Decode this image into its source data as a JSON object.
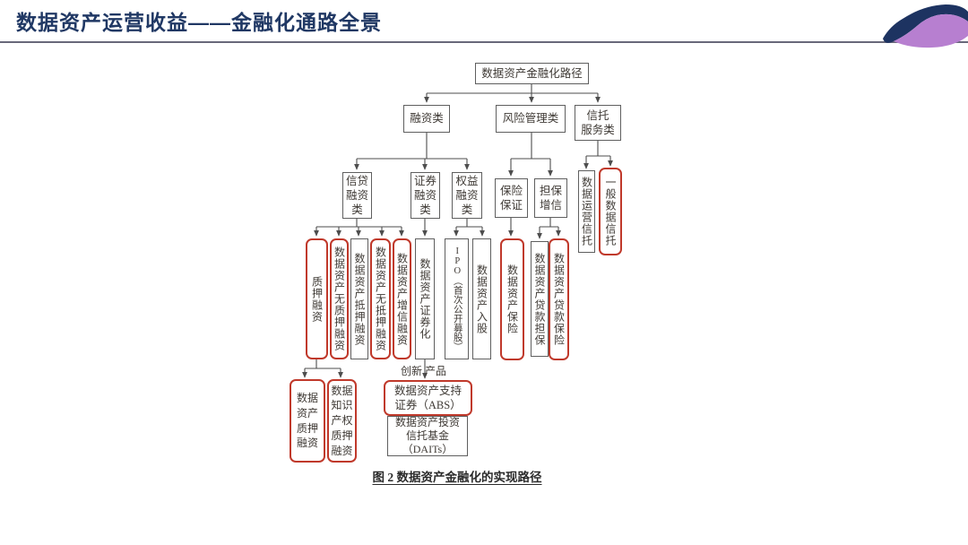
{
  "slide": {
    "title": "数据资产运营收益——金融化通路全景",
    "caption": "图 2  数据资产金融化的实现路径"
  },
  "colors": {
    "title_navy": "#203864",
    "box_red_accent": "#c0392b",
    "box_border_gray": "#5f5f5f",
    "logo_navy": "#1d3361",
    "logo_purple": "#b77fd0"
  },
  "icons": {
    "logo": "wave-swoosh-logo"
  },
  "diagram": {
    "root": "数据资产金融化路径",
    "level2": {
      "financing": "融资类",
      "risk": "风险管理类",
      "trust": "信托\n服务类"
    },
    "level3": {
      "credit": "信贷\n融资\n类",
      "securities": "证券\n融资\n类",
      "equity": "权益\n融资\n类",
      "insurance": "保险\n保证",
      "guarantee": "担保\n增信",
      "data_ops_trust": "数据运营信托",
      "general_data_trust": "一般数据信托"
    },
    "leaves": {
      "pledge": "质押融资",
      "no_pledge": "数据资产无质押融资",
      "mortgage": "数据资产抵押融资",
      "no_mortgage": "数据资产无抵押融资",
      "credit_enhance": "数据资产增信融资",
      "securitization": "数据资产证券化",
      "ipo": "IPO（首次公开募股）",
      "equity_stake": "数据资产入股",
      "asset_insurance": "数据资产保险",
      "loan_guarantee": "数据资产贷款担保",
      "loan_insurance": "数据资产贷款保险"
    },
    "bottom": {
      "asset_pledge": "数据\n资产\n质押\n融资",
      "ip_pledge": "数据\n知识\n产权\n质押\n融资",
      "innovation_label": "创新 产品",
      "abs": "数据资产支持\n证券（ABS）",
      "daits": "数据资产投资\n信托基金\n（DAITs）"
    }
  }
}
